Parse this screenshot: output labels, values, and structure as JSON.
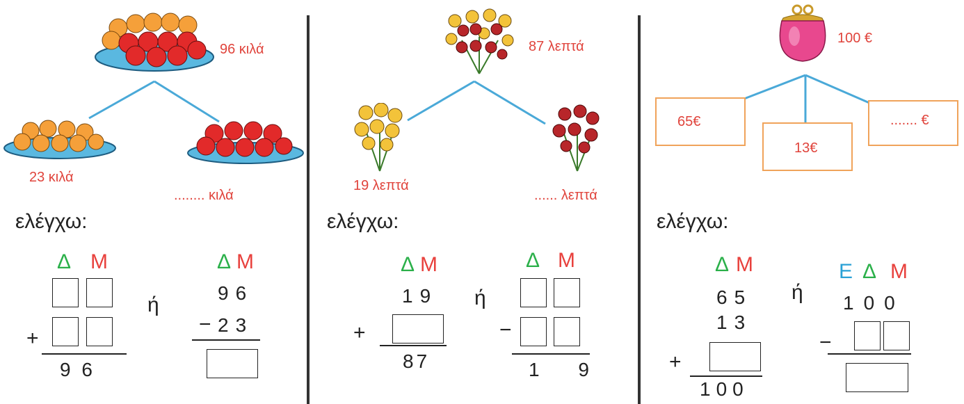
{
  "panel1": {
    "total_label": "96 κιλά",
    "left_label": "23 κιλά",
    "right_label": "........ κιλά",
    "check_label": "ελέγχω:",
    "add": {
      "header_d": "Δ",
      "header_m": "Μ",
      "plus": "+",
      "result": "9 6"
    },
    "or_label": "ή",
    "sub": {
      "header_d": "Δ",
      "header_m": "Μ",
      "top": "96",
      "minus": "−",
      "bottom": "23"
    }
  },
  "panel2": {
    "total_label": "87 λεπτά",
    "left_label": "19 λεπτά",
    "right_label": "...... λεπτά",
    "check_label": "ελέγχω:",
    "add": {
      "header_d": "Δ",
      "header_m": "Μ",
      "top": "19",
      "plus": "+",
      "result": "87"
    },
    "or_label": "ή",
    "sub": {
      "header_d": "Δ",
      "header_m": "Μ",
      "minus": "−",
      "result": "1 9"
    }
  },
  "panel3": {
    "total_label": "100 €",
    "box1": "65€",
    "box2": "13€",
    "box3": "....... €",
    "check_label": "ελέγχω:",
    "add": {
      "header_d": "Δ",
      "header_m": "Μ",
      "top": "65",
      "middle": "13",
      "plus": "+",
      "result": "100"
    },
    "or_label": "ή",
    "sub": {
      "header_e": "Ε",
      "header_d": "Δ",
      "header_m": "Μ",
      "top": "100",
      "minus": "−"
    }
  },
  "icons": [
    "apples-oranges-tray-icon",
    "oranges-tray-icon",
    "apples-tray-icon",
    "mixed-flowers-bouquet-icon",
    "yellow-flowers-icon",
    "red-flowers-icon",
    "pink-coin-purse-icon"
  ]
}
